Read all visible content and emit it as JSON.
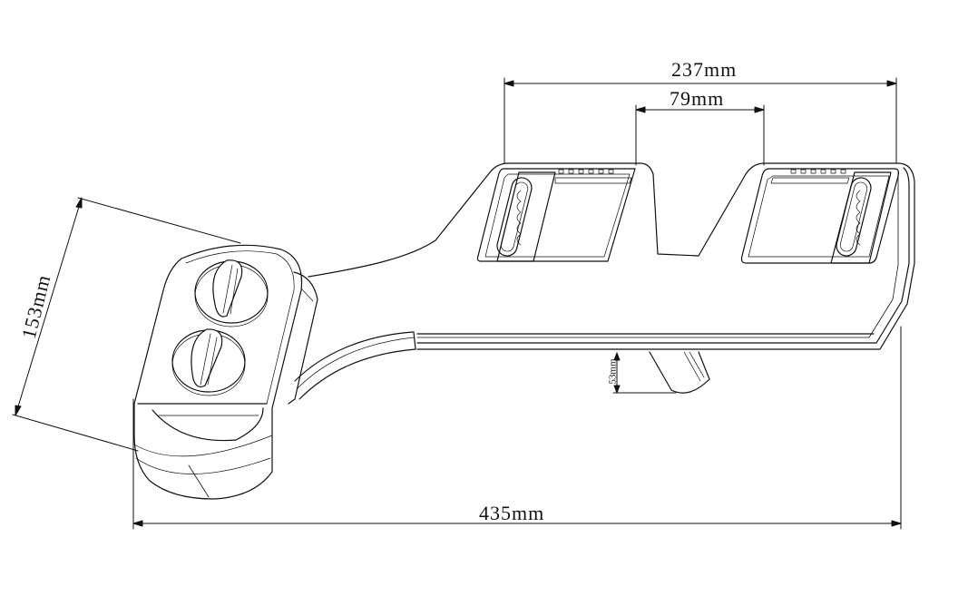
{
  "drawing": {
    "subject": "bidet attachment",
    "units": "mm",
    "line_color": "#111111",
    "background": "#ffffff"
  },
  "dimensions": {
    "overall_length": "435mm",
    "bracket_span": "237mm",
    "bracket_gap": "79mm",
    "control_panel_width": "153mm",
    "nozzle_drop": "53mm"
  },
  "components": {
    "control_knobs": 2,
    "mounting_brackets": 2
  }
}
